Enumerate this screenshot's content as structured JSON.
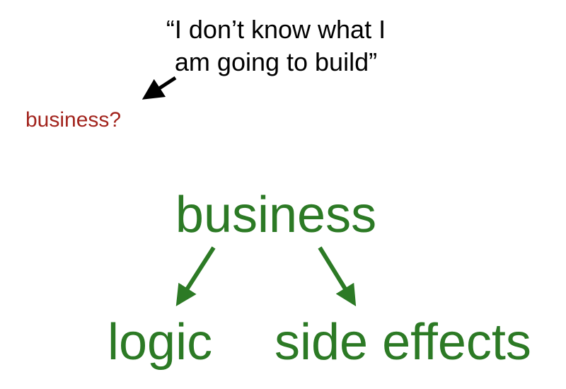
{
  "quote": {
    "line1": "“I don’t know what I",
    "line2": "am going to build”"
  },
  "question": "business?",
  "diagram": {
    "root": "business",
    "left_child": "logic",
    "right_child": "side effects"
  },
  "colors": {
    "quote_text": "#000000",
    "question_text": "#a2241d",
    "diagram_green": "#2c7a25"
  }
}
